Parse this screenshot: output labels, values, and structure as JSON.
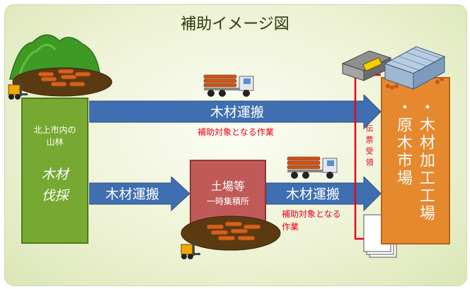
{
  "title": "補助イメージ図",
  "forest": {
    "place": "北上市内の\n山林",
    "activity_line1": "木材",
    "activity_line2": "伐採"
  },
  "top_arrow": {
    "label": "木材運搬",
    "note": "補助対象となる作業"
  },
  "lower_left_arrow": {
    "label": "木材運搬"
  },
  "yard": {
    "title": "土場等",
    "subtitle": "一時集積所"
  },
  "lower_right_arrow": {
    "label": "木材運搬",
    "note_line1": "補助対象となる",
    "note_line2": "作業"
  },
  "slip": {
    "label": "伝票受領"
  },
  "destination": {
    "col1": "・原木市場",
    "col2": "・木材加工工場"
  },
  "colors": {
    "arrow_blue": "#3f6fb0",
    "forest_green": "#77a832",
    "yard_red": "#c05a58",
    "mill_orange": "#e6892e",
    "note_red": "#e8001c"
  }
}
